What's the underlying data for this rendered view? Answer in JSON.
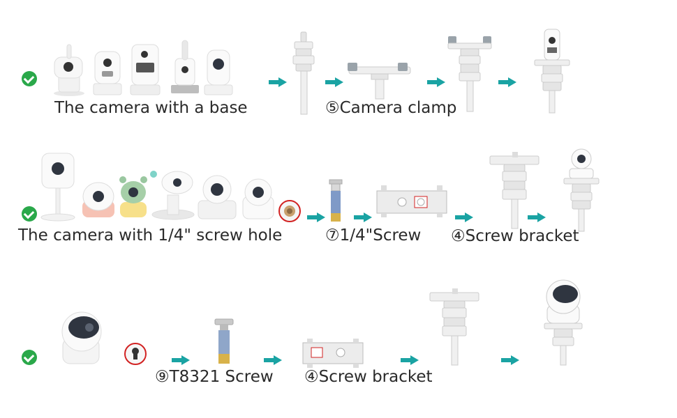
{
  "rows": [
    {
      "camera_label": "The camera with a base",
      "accessory_label": "⑤Camera clamp"
    },
    {
      "camera_label": "The camera with 1/4\" screw hole",
      "screw_label": "⑦1/4\"Screw",
      "bracket_label": "④Screw bracket"
    },
    {
      "screw_label": "⑨T8321 Screw",
      "bracket_label": "④Screw bracket"
    }
  ],
  "colors": {
    "check": "#2aa84a",
    "arrow": "#1aa3a3",
    "highlight": "#d22222"
  }
}
